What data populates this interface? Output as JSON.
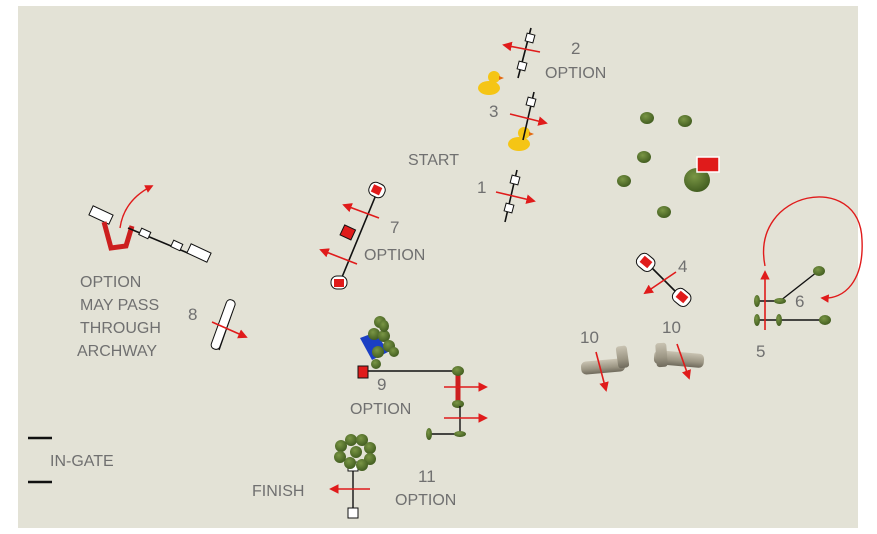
{
  "course": {
    "colors": {
      "background": "#e3e2d6",
      "label": "#707070",
      "pole": "#cc1f1f",
      "arrow": "#e01b1b",
      "bush": "#4f6b2a",
      "bush_light": "#6e8a3b",
      "water": "#1b3fc4",
      "log": "#a09a88",
      "duck": "#f5c515"
    },
    "labels": {
      "n2": "2",
      "n2_sub": "OPTION",
      "n3": "3",
      "start": "START",
      "n1": "1",
      "n7": "7",
      "n7_sub": "OPTION",
      "n4": "4",
      "archway_1": "OPTION",
      "archway_2": "MAY PASS",
      "archway_3": "THROUGH",
      "archway_4": "ARCHWAY",
      "n8": "8",
      "n10a": "10",
      "n10b": "10",
      "n6": "6",
      "n5": "5",
      "n9": "9",
      "n9_sub": "OPTION",
      "in_gate": "IN-GATE",
      "n11": "11",
      "n11_sub": "OPTION",
      "finish": "FINISH"
    },
    "icons": {
      "duck": "rubber-duck-icon",
      "tree": "tree-icon",
      "log": "log-icon",
      "pole": "pole-obstacle-icon"
    }
  }
}
